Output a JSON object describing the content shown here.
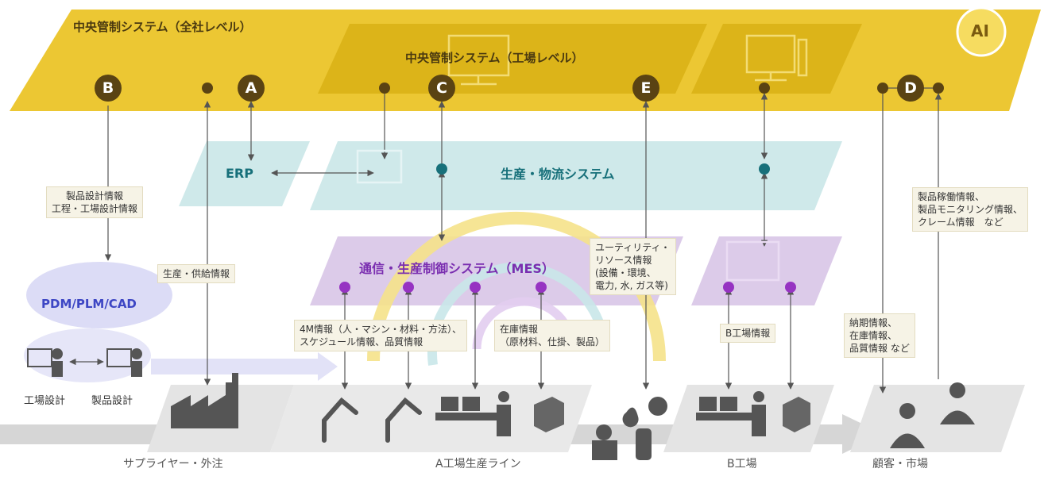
{
  "layers": {
    "central_company": "中央管制システム（全社レベル）",
    "central_factory": "中央管制システム（工場レベル）",
    "erp": "ERP",
    "production_logistics": "生産・物流システム",
    "mes": "通信・生産制御システム（MES）",
    "pdm": "PDM/PLM/CAD"
  },
  "badges": [
    "B",
    "A",
    "C",
    "E",
    "D"
  ],
  "ai_label": "AI",
  "info_boxes": {
    "product_design": [
      "製品設計情報",
      "工程・工場設計情報"
    ],
    "supply": [
      "生産・供給情報"
    ],
    "utility": [
      "ユーティリティ・",
      "リソース情報",
      "(設備・環境、",
      "電力, 水, ガス等)"
    ],
    "four_m": [
      "4M情報（人・マシン・材料・方法）、",
      "スケジュール情報、品質情報"
    ],
    "inventory": [
      "在庫情報",
      "（原材料、仕掛、製品）"
    ],
    "b_factory_info": [
      "B工場情報"
    ],
    "delivery": [
      "納期情報、",
      "在庫情報、",
      "品質情報 など"
    ],
    "operation": [
      "製品稼働情報、",
      "製品モニタリング情報、",
      "クレーム情報　など"
    ]
  },
  "people": {
    "factory_design": "工場設計",
    "product_design": "製品設計"
  },
  "bottom_labels": {
    "supplier": "サプライヤー・外注",
    "line_a": "A工場生産ライン",
    "factory_b": "B工場",
    "customer": "顧客・市場"
  },
  "colors": {
    "gold": "#ecc733",
    "gold_dark": "#5a4313",
    "teal": "#cfe9ea",
    "teal_text": "#17707a",
    "purple": "#dccbe9",
    "purple_dot": "#9633c2",
    "purple_text": "#7a2eb0",
    "pdm_blue": "#3d46c4",
    "gray": "#dcdcdc"
  }
}
